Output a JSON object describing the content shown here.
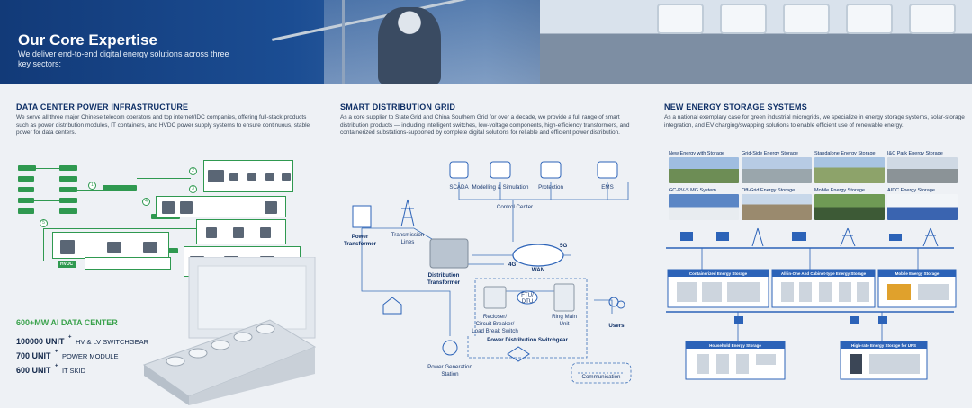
{
  "banner": {
    "title": "Our Core Expertise",
    "subtitle": "We deliver end-to-end digital energy solutions across three key sectors:"
  },
  "data_center": {
    "heading": "DATA CENTER POWER INFRASTRUCTURE",
    "body": "We serve all three major Chinese telecom operators and top internet/IDC companies, offering full-stack products such as power distribution modules, IT containers, and HVDC power supply systems to ensure continuous, stable power for data centers.",
    "diagram_steps": [
      "1",
      "2",
      "3",
      "4",
      "5"
    ],
    "hvdc_label": "HVDC",
    "stats": {
      "headline": "600+MW AI DATA CENTER",
      "items": [
        {
          "num": "100000 UNIT",
          "plus": "+",
          "desc": "HV & LV SWITCHGEAR"
        },
        {
          "num": "700 UNIT",
          "plus": "+",
          "desc": "POWER MODULE"
        },
        {
          "num": "600 UNIT",
          "plus": "+",
          "desc": "IT SKID"
        }
      ]
    }
  },
  "smart_grid": {
    "heading": "SMART DISTRIBUTION GRID",
    "body": "As a core supplier to State Grid and China Southern Grid for over a decade, we provide a full range of smart distribution products — including intelligent switches, low-voltage components, high-efficiency transformers, and containerized substations-supported by complete digital solutions for reliable and efficient power distribution.",
    "nodes": {
      "scada": "SCADA",
      "modelling": "Modelling & Simulation",
      "protection": "Protection",
      "ems": "EMS",
      "control_center": "Control Center",
      "power_transformer": [
        "Power",
        "Transformer"
      ],
      "transmission_lines": [
        "Transmission",
        "Lines"
      ],
      "distribution_transformer": [
        "Distribution",
        "Transformer"
      ],
      "g4": "4G",
      "g5": "5G",
      "wan": "WAN",
      "ftu_dtu": [
        "FTU/",
        "DTU"
      ],
      "recloser": [
        "Recloser/",
        "Circuit Breaker/",
        "Load Break Switch"
      ],
      "rmu": [
        "Ring Main",
        "Unit"
      ],
      "users": "Users",
      "switchgear": "Power Distribution Switchgear",
      "power_gen": [
        "Power Generation",
        "Station"
      ],
      "communication": "Communication"
    }
  },
  "energy_storage": {
    "heading": "NEW ENERGY STORAGE SYSTEMS",
    "body": "As a national exemplary case for green industrial microgrids, we specialize in energy storage systems, solar-storage integration, and EV charging/swapping solutions to enable efficient use of renewable energy.",
    "photos": [
      "New Energy with Storage",
      "Grid-Side Energy Storage",
      "Standalone Energy Storage",
      "I&C Park Energy Storage",
      "GC-PV-S MG System",
      "Off-Grid Energy Storage",
      "Mobile Energy Storage",
      "AIDC Energy Storage"
    ],
    "systems": {
      "containerized": "Containerized Energy Storage",
      "all_in_one": "All-in-One And Cabinet-type Energy Storage",
      "mobile": "Mobile Energy Storage",
      "household": "Household Energy Storage",
      "ups": "High-rate Energy Storage for UPS"
    }
  },
  "colors": {
    "navy": "#0e2f66",
    "accent_blue": "#2c63b8",
    "green": "#2f9950",
    "stat_green": "#3aa24c"
  }
}
